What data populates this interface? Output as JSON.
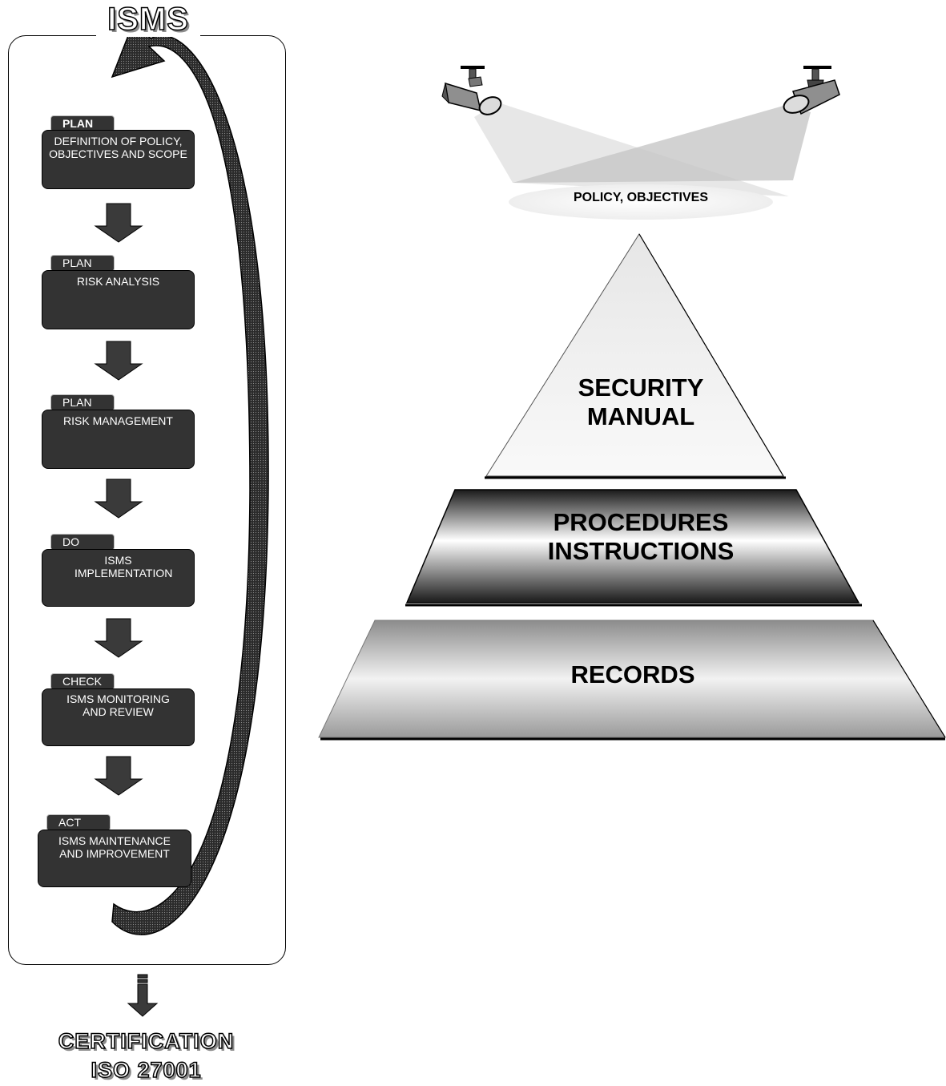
{
  "isms_title": "ISMS",
  "steps": [
    {
      "phase": "PLAN",
      "label": "DEFINITION OF POLICY, OBJECTIVES AND SCOPE"
    },
    {
      "phase": "PLAN",
      "label": "RISK ANALYSIS"
    },
    {
      "phase": "PLAN",
      "label": "RISK MANAGEMENT"
    },
    {
      "phase": "DO",
      "label": "ISMS IMPLEMENTATION"
    },
    {
      "phase": "CHECK",
      "label": "ISMS MONITORING AND REVIEW"
    },
    {
      "phase": "ACT",
      "label": "ISMS MAINTENANCE AND IMPROVEMENT"
    }
  ],
  "certification": {
    "line1": "CERTIFICATION",
    "line2": "ISO 27001"
  },
  "spotlight_label": "POLICY, OBJECTIVES",
  "pyramid": {
    "top": "SECURITY MANUAL",
    "middle": "PROCEDURES INSTRUCTIONS",
    "bottom": "RECORDS"
  },
  "colors": {
    "box_fill": "#333333",
    "stroke": "#000000",
    "light_gray": "#e6e6e6"
  }
}
